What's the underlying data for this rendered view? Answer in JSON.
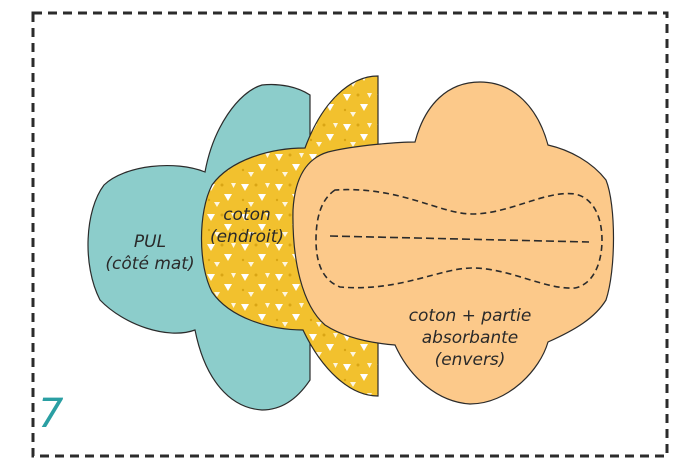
{
  "step": {
    "number": "7"
  },
  "layers": {
    "pul": {
      "line1": "PUL",
      "line2": "(côté mat)",
      "color": "#8ccdcb"
    },
    "coton_endroit": {
      "line1": "coton",
      "line2": "(endroit)",
      "color": "#f2c12e",
      "pattern_color": "#ffffff"
    },
    "coton_envers": {
      "line1": "coton + partie",
      "line2": "absorbante",
      "line3": "(envers)",
      "color": "#fcc98a"
    }
  },
  "colors": {
    "frame_border": "#2b2b2b",
    "outline": "#2b2b2b",
    "step_number": "#2a9fa3"
  }
}
